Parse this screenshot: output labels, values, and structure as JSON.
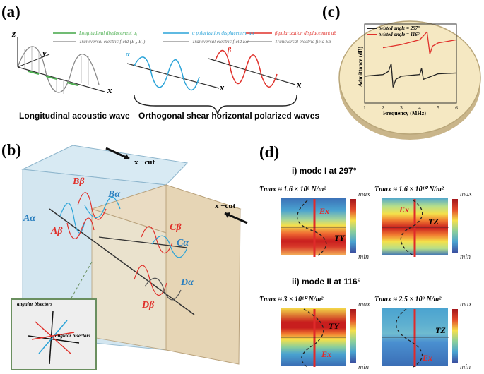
{
  "figure": {
    "panel_a": {
      "label": "(a)",
      "axes": {
        "z": "z",
        "y": "y",
        "x": "x"
      },
      "caption_left": "Longitudinal acoustic wave",
      "caption_right": "Orthogonal shear horizontal polarized waves",
      "legend_left": [
        "Longitudinal displacement u₁",
        "Transversal electric field (E₂, E₃)"
      ],
      "legend_mid": [
        "α polarization displacement uα",
        "Transversal electric field Eα"
      ],
      "legend_right": [
        "β polarization displacement uβ",
        "Transversal electric field Eβ"
      ],
      "alpha": "α",
      "beta": "β"
    },
    "panel_b": {
      "label": "(b)",
      "cut_top": "x −cut",
      "cut_right": "x −cut",
      "labels": {
        "B_beta": "Bβ",
        "B_alpha": "Bα",
        "A_alpha": "Aα",
        "A_beta": "Aβ",
        "C_beta": "Cβ",
        "C_alpha": "Cα",
        "D_alpha": "Dα",
        "D_beta": "Dβ"
      },
      "inset_top": "angular bisectors",
      "inset_bottom": "angular bisectors"
    },
    "panel_c": {
      "label": "(c)",
      "legend": [
        "twisted angle = 297°",
        "twisted angle = 116°"
      ],
      "xlabel": "Frequency (MHz)",
      "ylabel": "Admittance (dB)",
      "xticks": [
        "1",
        "2",
        "3",
        "4",
        "5",
        "6"
      ],
      "colors": {
        "a297": "#222222",
        "a116": "#e0302a"
      }
    },
    "panel_d": {
      "label": "(d)",
      "mode1_title": "i) mode I at 297°",
      "mode2_title": "ii) mode II at 116°",
      "maps": [
        {
          "tmax": "Tmax ≈ 1.6 × 10⁸ N/m²",
          "field": "Ex",
          "stress": "TY"
        },
        {
          "tmax": "Tmax ≈ 1.6 × 10¹⁰ N/m²",
          "field": "Ex",
          "stress": "TZ"
        },
        {
          "tmax": "Tmax ≈ 3 × 10¹⁰ N/m²",
          "field": "Ex",
          "stress": "TY"
        },
        {
          "tmax": "Tmax ≈ 2.5 × 10⁹ N/m²",
          "field": "Ex",
          "stress": "TZ"
        }
      ],
      "colorbar": {
        "max": "max",
        "min": "min"
      }
    }
  },
  "chart_data": {
    "type": "line",
    "xlabel": "Frequency (MHz)",
    "ylabel": "Admittance (dB)",
    "xlim": [
      1,
      6
    ],
    "series": [
      {
        "name": "twisted angle = 297°",
        "x": [
          1.0,
          2.0,
          2.3,
          2.45,
          2.55,
          2.7,
          3.0,
          4.0,
          4.1,
          4.2,
          5.0,
          6.0
        ],
        "y": [
          0.34,
          0.36,
          0.4,
          0.5,
          0.2,
          0.3,
          0.34,
          0.36,
          0.44,
          0.3,
          0.37,
          0.38
        ]
      },
      {
        "name": "twisted angle = 116°",
        "x": [
          2.0,
          3.0,
          4.0,
          4.4,
          4.55,
          4.7,
          5.0,
          6.0
        ],
        "y": [
          0.7,
          0.74,
          0.8,
          0.9,
          0.62,
          0.72,
          0.76,
          0.8
        ]
      }
    ]
  }
}
